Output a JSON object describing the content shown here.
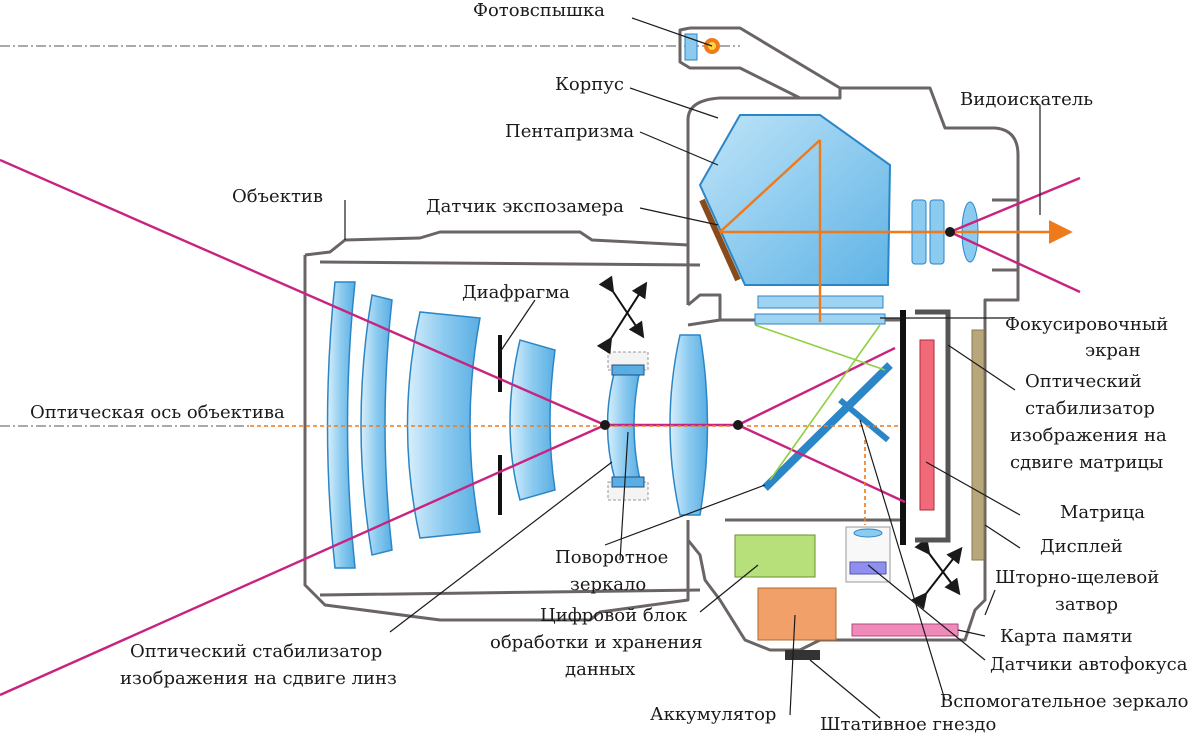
{
  "labels": {
    "flash": "Фотовспышка",
    "body": "Корпус",
    "viewfinder": "Видоискатель",
    "pentaprism": "Пентапризма",
    "lens": "Объектив",
    "metering_sensor": "Датчик экспозамера",
    "aperture": "Диафрагма",
    "focusing_screen_1": "Фокусировочный",
    "focusing_screen_2": "экран",
    "optical_axis": "Оптическая ось объектива",
    "ibis_1": "Оптический",
    "ibis_2": "стабилизатор",
    "ibis_3": "изображения на",
    "ibis_4": "сдвиге матрицы",
    "sensor": "Матрица",
    "display": "Дисплей",
    "mirror_1": "Поворотное",
    "mirror_2": "зеркало",
    "shutter_1": "Шторно-щелевой",
    "shutter_2": "затвор",
    "memory_card": "Карта памяти",
    "lens_stab_1": "Оптический стабилизатор",
    "lens_stab_2": "изображения на сдвиге линз",
    "processor_1": "Цифровой блок",
    "processor_2": "обработки и хранения",
    "processor_3": "данных",
    "af_sensors": "Датчики автофокуса",
    "aux_mirror": "Вспомогательное зеркало",
    "battery": "Аккумулятор",
    "tripod_socket": "Штативное гнездо"
  },
  "colors": {
    "light_ray": "#c8247f",
    "optical_path": "#ee7a1b",
    "af_path": "#8fcf3f",
    "glass": "#9fd3f2",
    "body_outline": "#6b6466",
    "processor": "#b7e07a",
    "battery": "#f2a06a",
    "memory_card": "#f08ab8",
    "sensor": "#f06a7a",
    "display": "#b8a77a"
  },
  "icons": [
    "flash-icon",
    "shift-arrow-icon"
  ]
}
